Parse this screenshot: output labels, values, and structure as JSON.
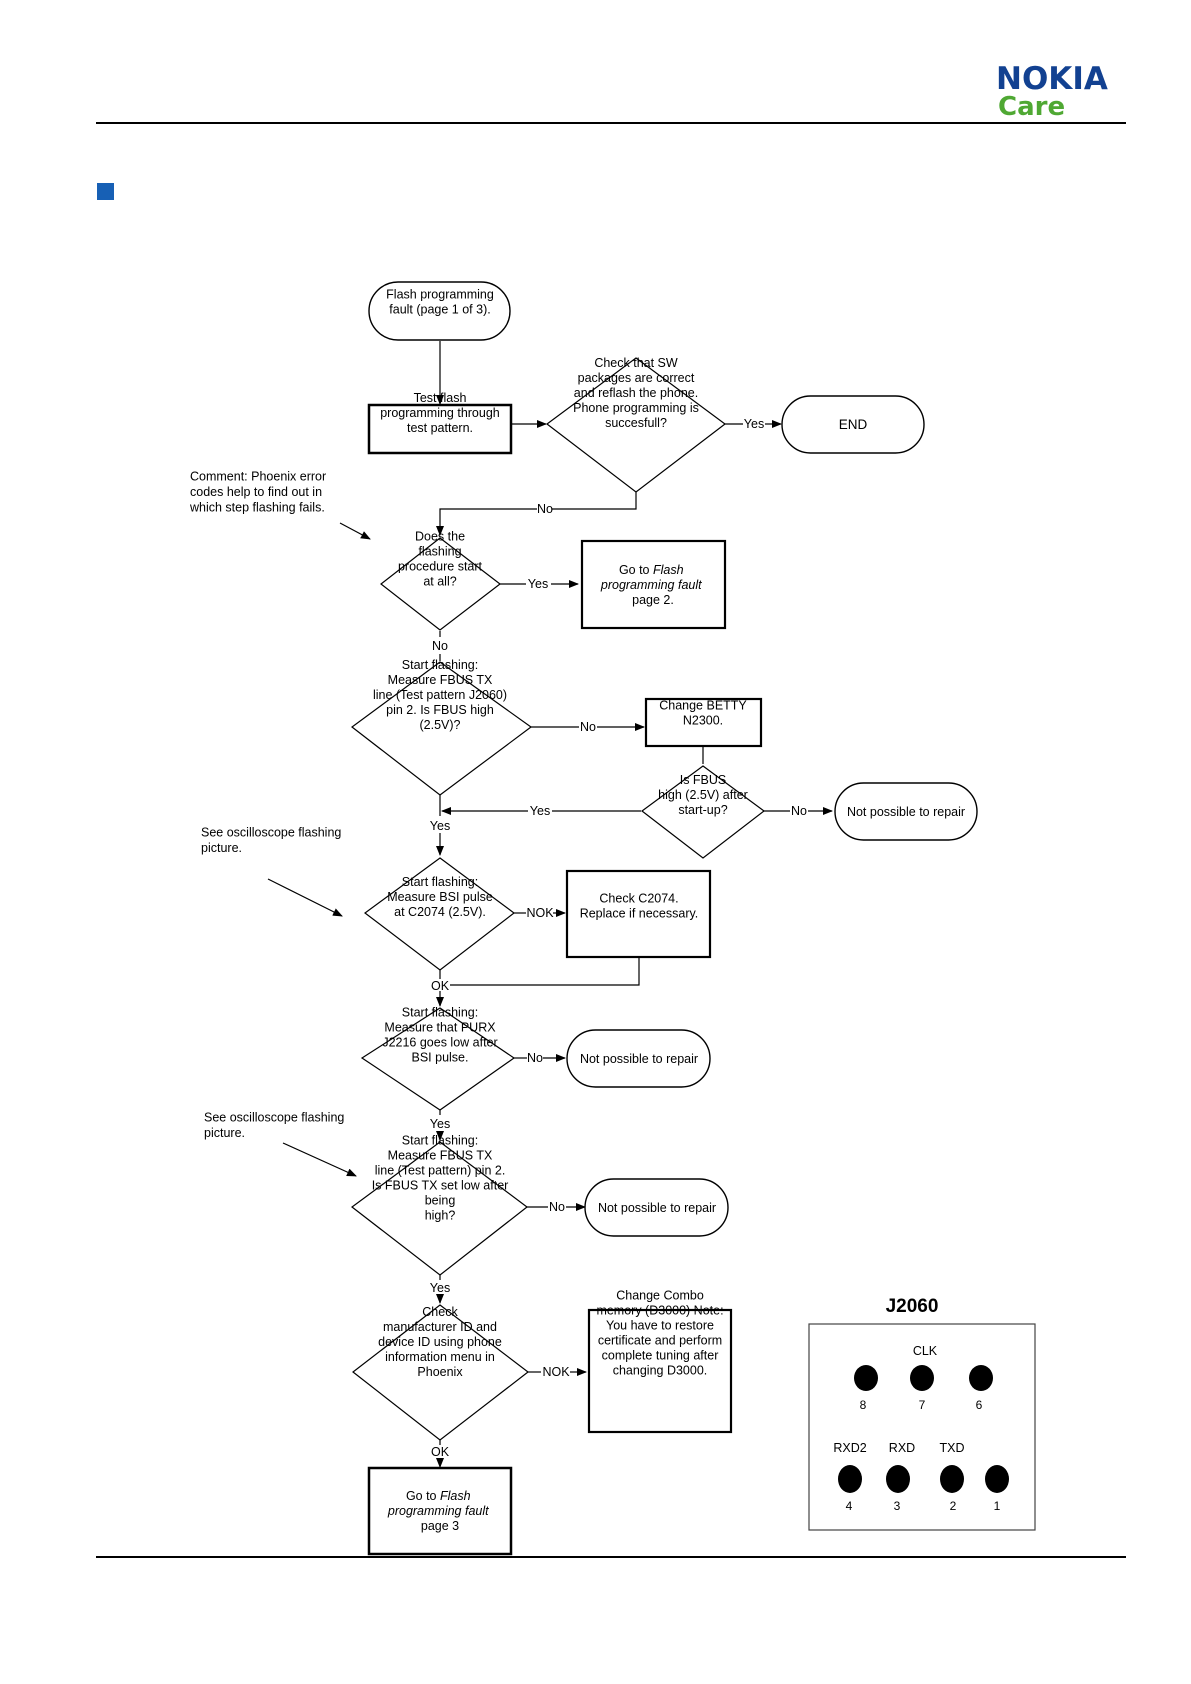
{
  "header": {
    "logo_brand": "NOKIA",
    "logo_sub": "Care"
  },
  "colors": {
    "brand_blue": "#124191",
    "care_green": "#4fa833",
    "bullet_blue": "#1760b5"
  },
  "flowchart": {
    "start": [
      "Flash programming",
      "fault (page 1 of 3)."
    ],
    "test_flash": [
      "Test flash",
      "programming through",
      "test pattern."
    ],
    "check_sw": [
      "Check that SW",
      "packages are correct",
      "and reflash the phone.",
      "Phone programming is",
      "succesfull?"
    ],
    "end": "END",
    "comment1": [
      "Comment: Phoenix error",
      "codes help to find out in",
      "which step flashing fails."
    ],
    "does_flashing_start": [
      "Does the",
      "flashing",
      "procedure start",
      "at all?"
    ],
    "goto_page2": [
      "Go to ",
      "Flash",
      "programming fault",
      "page 2."
    ],
    "measure_fbus": [
      "Start flashing:",
      "Measure FBUS TX",
      "line (Test pattern J2060)",
      "pin 2. Is FBUS high",
      "(2.5V)?"
    ],
    "change_betty": [
      "Change BETTY",
      "N2300."
    ],
    "is_fbus_high": [
      "Is FBUS",
      "high (2.5V) after",
      "start-up?"
    ],
    "not_possible": "Not possible to repair",
    "comment2": [
      "See oscilloscope flashing",
      "picture."
    ],
    "measure_bsi": [
      "Start flashing:",
      "Measure BSI pulse",
      "at C2074 (2.5V)."
    ],
    "check_c2074": [
      "Check C2074.",
      "Replace if necessary."
    ],
    "measure_purx": [
      "Start flashing:",
      "Measure that PURX",
      "J2216 goes low after",
      "BSI pulse."
    ],
    "measure_fbus_low": [
      "Start flashing:",
      "Measure FBUS TX",
      "line (Test pattern) pin 2.",
      "Is FBUS TX set low after",
      "being",
      "high?"
    ],
    "check_manufacturer": [
      "Check",
      "manufacturer ID and",
      "device ID using phone",
      "information menu in",
      "Phoenix"
    ],
    "change_combo": [
      "Change Combo",
      "memory (D3000) Note:",
      "You have to  restore",
      "certificate and perform",
      "complete tuning after",
      "changing D3000."
    ],
    "goto_page3": [
      "Go to ",
      "Flash",
      "programming fault",
      "page 3"
    ],
    "labels": {
      "yes": "Yes",
      "no": "No",
      "ok": "OK",
      "nok": "NOK"
    }
  },
  "connector": {
    "title": "J2060",
    "top_row_label": "CLK",
    "top_pins": [
      "8",
      "7",
      "6"
    ],
    "bottom_labels": [
      "RXD2",
      "RXD",
      "TXD"
    ],
    "bottom_pins": [
      "4",
      "3",
      "2",
      "1"
    ]
  }
}
